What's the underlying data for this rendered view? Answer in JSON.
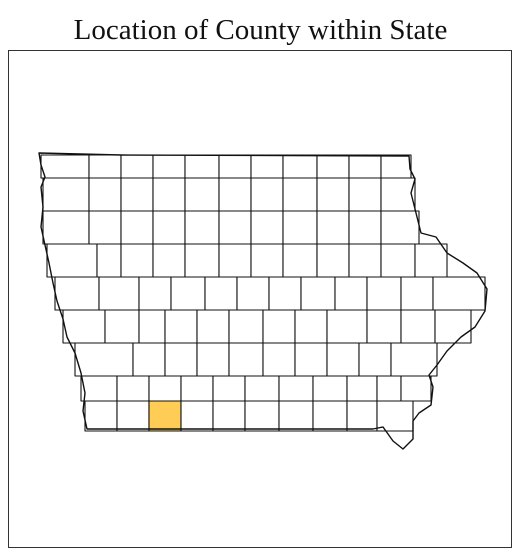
{
  "title": "Location of County within State",
  "map": {
    "state": "Iowa",
    "county_grid": {
      "highlighted": {
        "row": 9,
        "column": 3
      }
    },
    "colors": {
      "highlight_fill": "#FFCC55",
      "county_fill": "#ffffff",
      "border_stroke": "#111111"
    }
  }
}
